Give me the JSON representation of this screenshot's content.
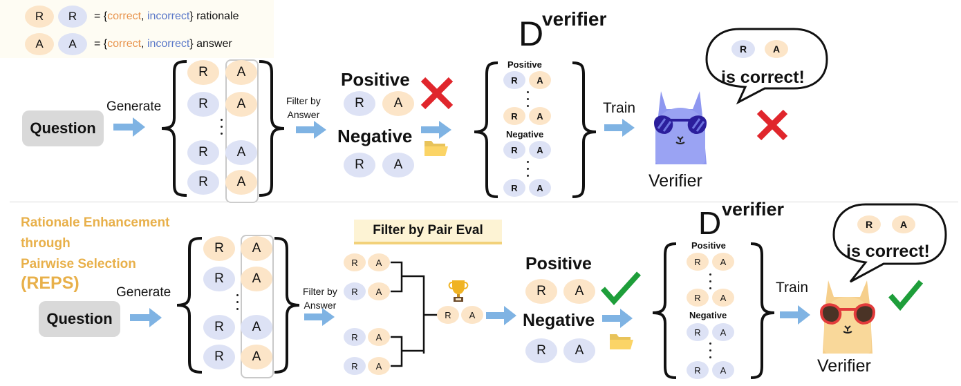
{
  "legend": {
    "rationale_letter": "R",
    "answer_letter": "A",
    "rationale_prefix": "= {",
    "rationale_correct": "correct",
    "rationale_sep": ", ",
    "rationale_incorrect": "incorrect",
    "rationale_suffix": "} rationale",
    "answer_prefix": "= {",
    "answer_correct": "correct",
    "answer_sep": ", ",
    "answer_incorrect": "incorrect",
    "answer_suffix": "} answer"
  },
  "colors": {
    "correct": "#fce5c8",
    "incorrect": "#dde2f5",
    "correct_text": "#e8924a",
    "incorrect_text": "#5a78c8",
    "arrow": "#7fb3e3",
    "title_orange": "#e8b04a",
    "cross_red": "#e0262c",
    "check_green": "#1e9e3a"
  },
  "top": {
    "question": "Question",
    "generate": "Generate",
    "filter_line1": "Filter by",
    "filter_line2": "Answer",
    "positive": "Positive",
    "negative": "Negative",
    "dverifier_base": "D",
    "dverifier_sup": "verifier",
    "set_positive": "Positive",
    "set_negative": "Negative",
    "train": "Train",
    "verifier": "Verifier",
    "bubble_text": "is correct!",
    "R": "R",
    "A": "A"
  },
  "bottom": {
    "title_line1": "Rationale Enhancement",
    "title_line2": "through",
    "title_line3": "Pairwise Selection",
    "title_line4": "(REPS)",
    "question": "Question",
    "generate": "Generate",
    "filter_line1": "Filter by",
    "filter_line2": "Answer",
    "pair_eval": "Filter by Pair Eval",
    "positive": "Positive",
    "negative": "Negative",
    "dverifier_base": "D",
    "dverifier_sup": "verifier",
    "set_positive": "Positive",
    "set_negative": "Negative",
    "train": "Train",
    "verifier": "Verifier",
    "bubble_text": "is correct!",
    "R": "R",
    "A": "A"
  }
}
